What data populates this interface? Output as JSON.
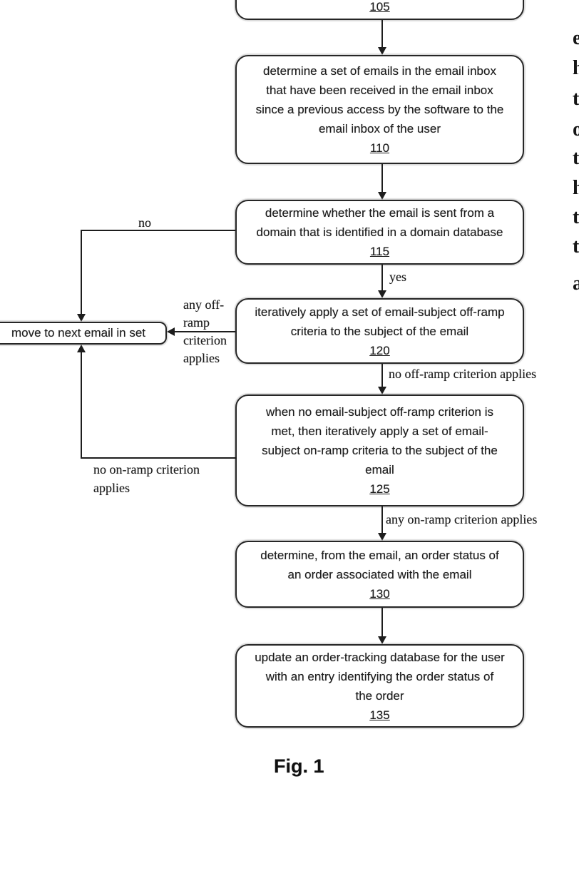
{
  "figure": {
    "caption": "Fig. 1"
  },
  "flowchart": {
    "box105": {
      "number": "105"
    },
    "box110": {
      "text": "determine a set of emails in the email inbox\nthat have been received in the email inbox\nsince a previous access by the software to the\nemail inbox of the user",
      "number": "110"
    },
    "box115": {
      "text": "determine whether the email is sent from a\ndomain that is identified in a domain database",
      "number": "115"
    },
    "box120": {
      "text": "iteratively apply a set of email-subject off-ramp\ncriteria to the subject of the email",
      "number": "120"
    },
    "box125": {
      "text": "when no email-subject off-ramp criterion is\nmet, then iteratively apply a set of email-\nsubject on-ramp criteria to the subject of the\nemail",
      "number": "125"
    },
    "box130": {
      "text": "determine, from the email, an order status of\nan order associated with the email",
      "number": "130"
    },
    "box135": {
      "text": "update an order-tracking database for the user\nwith an entry identifying the order status of\nthe order",
      "number": "135"
    },
    "move_box": {
      "text": "move to next email in set"
    },
    "labels": {
      "no": "no",
      "yes": "yes",
      "any_off_ramp": "any off-\nramp\ncriterion\napplies",
      "no_off_ramp": "no off-ramp criterion applies",
      "no_on_ramp": "no on-ramp criterion\napplies",
      "any_on_ramp": "any on-ramp criterion applies"
    },
    "ink_color": "#1d1d1d"
  },
  "edge_fragments": [
    "e",
    "h",
    "t",
    "o",
    "t",
    "h",
    "t",
    "t",
    "a"
  ]
}
